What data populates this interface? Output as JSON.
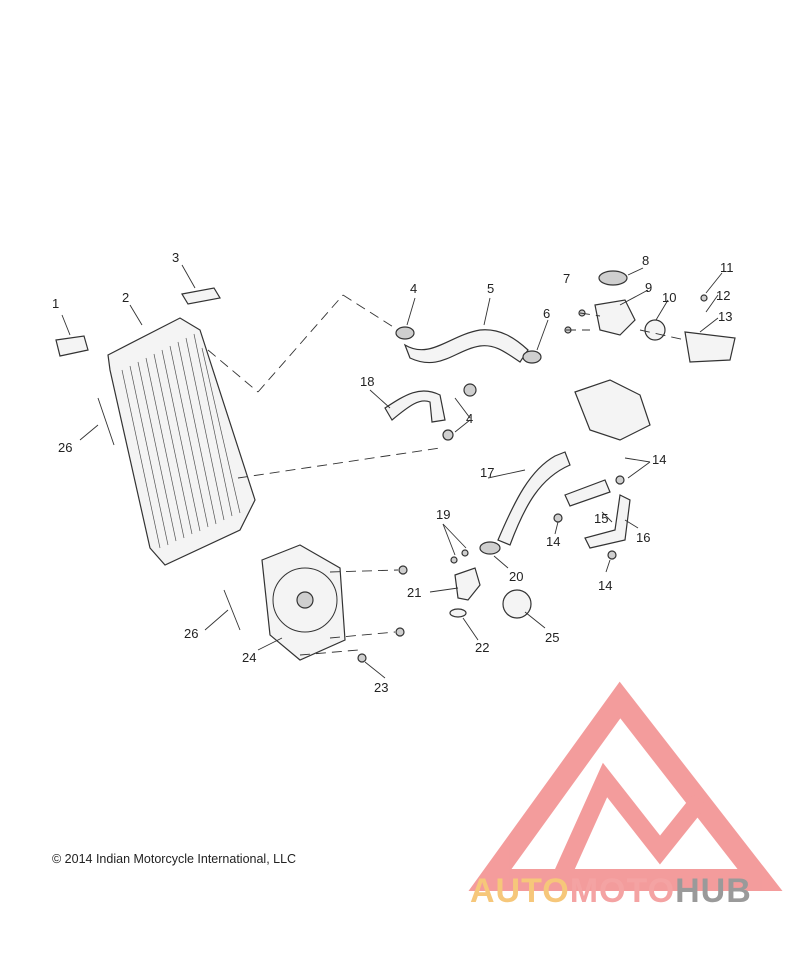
{
  "copyright": "© 2014 Indian Motorcycle International, LLC",
  "logo": {
    "part1": "AUTO",
    "part2": "MOTO",
    "part3": "HUB"
  },
  "colors": {
    "logo_red": "#f28b8b",
    "logo_yellow": "#f6c77a",
    "logo_gray": "#9a9a9a"
  },
  "callouts": {
    "c1": "1",
    "c2": "2",
    "c3": "3",
    "c4a": "4",
    "c4b": "4",
    "c5": "5",
    "c6": "6",
    "c7": "7",
    "c8": "8",
    "c9": "9",
    "c10": "10",
    "c11": "11",
    "c12": "12",
    "c13": "13",
    "c14a": "14",
    "c14b": "14",
    "c14c": "14",
    "c15": "15",
    "c16": "16",
    "c17": "17",
    "c18": "18",
    "c19": "19",
    "c20": "20",
    "c21": "21",
    "c22": "22",
    "c23": "23",
    "c24": "24",
    "c25": "25",
    "c26a": "26",
    "c26b": "26"
  }
}
